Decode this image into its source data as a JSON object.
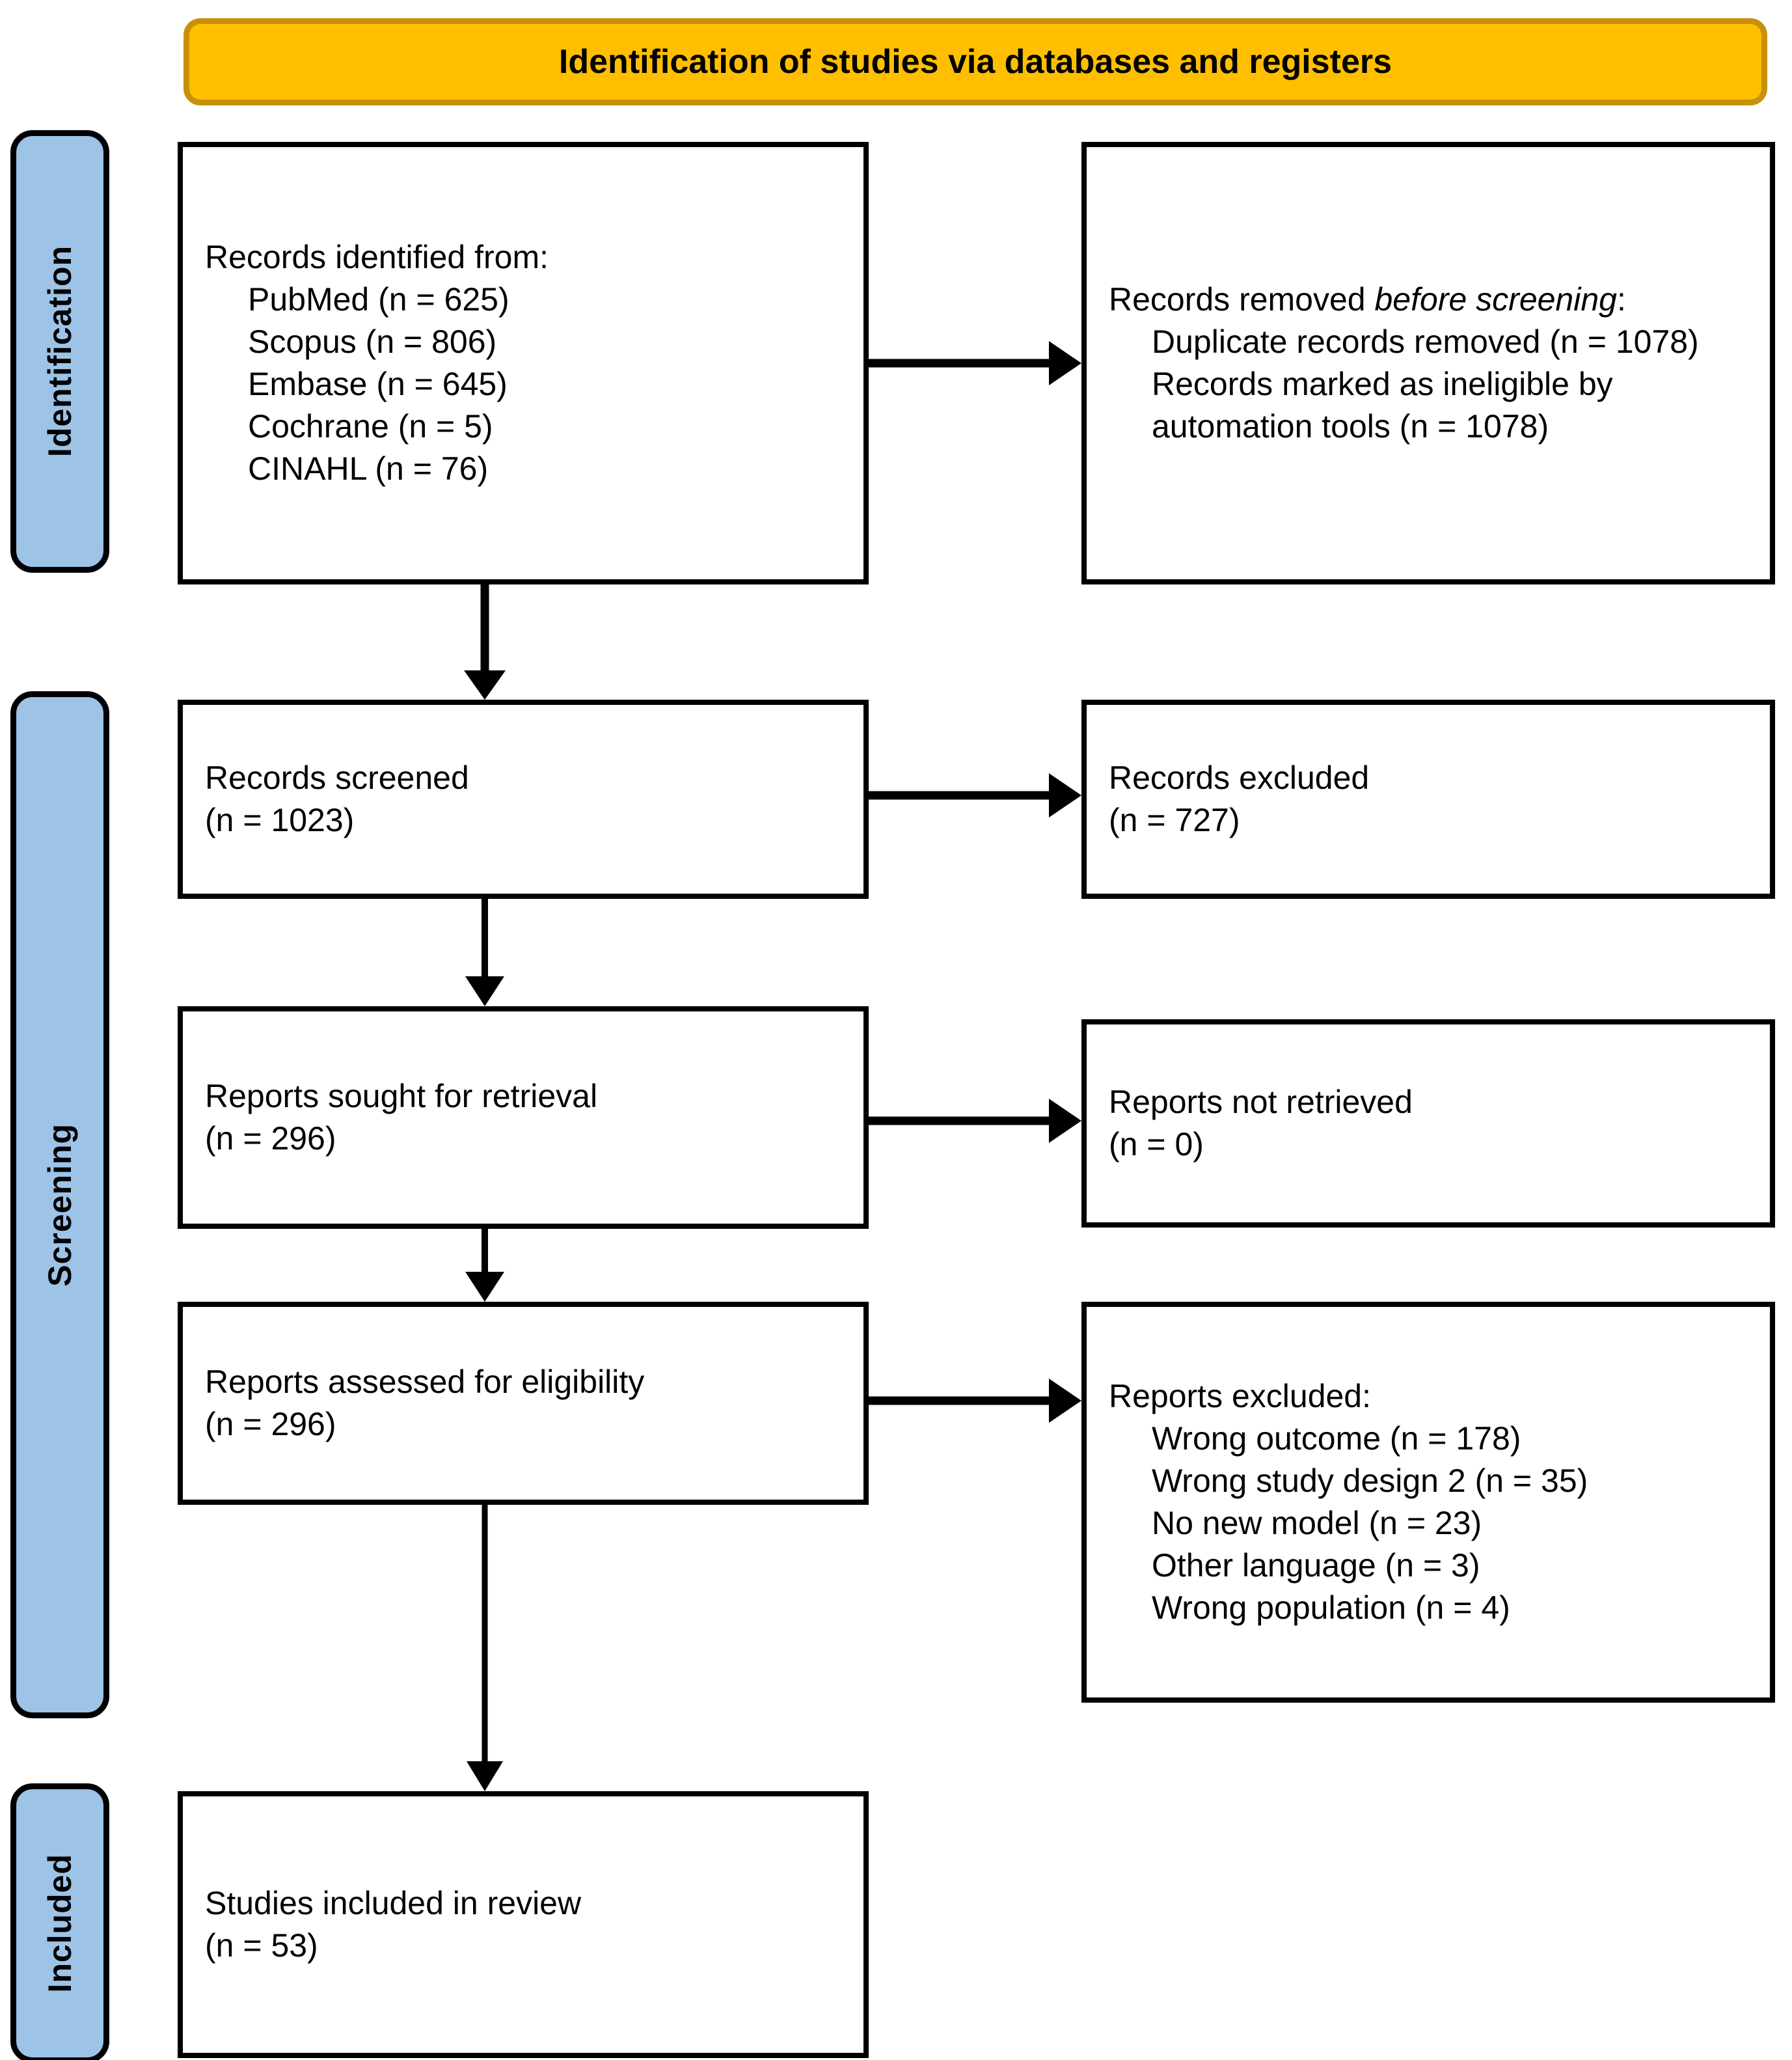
{
  "banner": {
    "title": "Identification of studies via databases and registers"
  },
  "stages": [
    {
      "name": "identification",
      "label": "Identification"
    },
    {
      "name": "screening",
      "label": "Screening"
    },
    {
      "name": "included",
      "label": "Included"
    }
  ],
  "boxes": {
    "records_identified": {
      "heading": "Records identified from:",
      "items": [
        "PubMed (n = 625)",
        "Scopus (n = 806)",
        "Embase (n = 645)",
        "Cochrane (n = 5)",
        "CINAHL (n = 76)"
      ]
    },
    "records_removed": {
      "heading_pre": "Records removed ",
      "heading_em": "before screening",
      "heading_post": ":",
      "items": [
        "Duplicate records removed (n = 1078)",
        "Records marked as ineligible by automation tools (n = 1078)"
      ]
    },
    "records_screened": {
      "line1": "Records screened",
      "line2": "(n = 1023)"
    },
    "records_excluded": {
      "line1": "Records excluded",
      "line2": "(n = 727)"
    },
    "reports_sought": {
      "line1": "Reports sought for retrieval",
      "line2": "(n = 296)"
    },
    "reports_not_retrieved": {
      "line1": "Reports not retrieved",
      "line2": "(n = 0)"
    },
    "reports_assessed": {
      "line1": "Reports assessed for eligibility",
      "line2": "(n = 296)"
    },
    "reports_excluded": {
      "heading": "Reports excluded:",
      "items": [
        "Wrong outcome (n = 178)",
        "Wrong study design 2 (n = 35)",
        "No new model (n = 23)",
        "Other language (n = 3)",
        "Wrong population (n = 4)"
      ]
    },
    "studies_included": {
      "line1": "Studies included in review",
      "line2": "(n = 53)"
    }
  },
  "chart_data": {
    "type": "diagram",
    "title": "Identification of studies via databases and registers",
    "diagram_kind": "PRISMA 2020 flow diagram",
    "stages": [
      "Identification",
      "Screening",
      "Included"
    ],
    "nodes": [
      {
        "id": "records_identified",
        "stage": "Identification",
        "column": "left",
        "label": "Records identified from:",
        "counts": {
          "PubMed": 625,
          "Scopus": 806,
          "Embase": 645,
          "Cochrane": 5,
          "CINAHL": 76
        }
      },
      {
        "id": "records_removed",
        "stage": "Identification",
        "column": "right",
        "label": "Records removed before screening:",
        "counts": {
          "Duplicate records removed": 1078,
          "Records marked as ineligible by automation tools": 1078
        }
      },
      {
        "id": "records_screened",
        "stage": "Screening",
        "column": "left",
        "label": "Records screened",
        "n": 1023
      },
      {
        "id": "records_excluded",
        "stage": "Screening",
        "column": "right",
        "label": "Records excluded",
        "n": 727
      },
      {
        "id": "reports_sought",
        "stage": "Screening",
        "column": "left",
        "label": "Reports sought for retrieval",
        "n": 296
      },
      {
        "id": "reports_not_retrieved",
        "stage": "Screening",
        "column": "right",
        "label": "Reports not retrieved",
        "n": 0
      },
      {
        "id": "reports_assessed",
        "stage": "Screening",
        "column": "left",
        "label": "Reports assessed for eligibility",
        "n": 296
      },
      {
        "id": "reports_excluded",
        "stage": "Screening",
        "column": "right",
        "label": "Reports excluded:",
        "counts": {
          "Wrong outcome": 178,
          "Wrong study design 2": 35,
          "No new model": 23,
          "Other language": 3,
          "Wrong population": 4
        }
      },
      {
        "id": "studies_included",
        "stage": "Included",
        "column": "left",
        "label": "Studies included in review",
        "n": 53
      }
    ],
    "edges": [
      {
        "from": "records_identified",
        "to": "records_removed",
        "direction": "right"
      },
      {
        "from": "records_identified",
        "to": "records_screened",
        "direction": "down"
      },
      {
        "from": "records_screened",
        "to": "records_excluded",
        "direction": "right"
      },
      {
        "from": "records_screened",
        "to": "reports_sought",
        "direction": "down"
      },
      {
        "from": "reports_sought",
        "to": "reports_not_retrieved",
        "direction": "right"
      },
      {
        "from": "reports_sought",
        "to": "reports_assessed",
        "direction": "down"
      },
      {
        "from": "reports_assessed",
        "to": "reports_excluded",
        "direction": "right"
      },
      {
        "from": "reports_assessed",
        "to": "studies_included",
        "direction": "down"
      }
    ],
    "colors": {
      "banner": "#FFBF00",
      "banner_border": "#C8910B",
      "stage_bar": "#9DC3E6",
      "box_border": "#000000",
      "text": "#000000"
    }
  }
}
